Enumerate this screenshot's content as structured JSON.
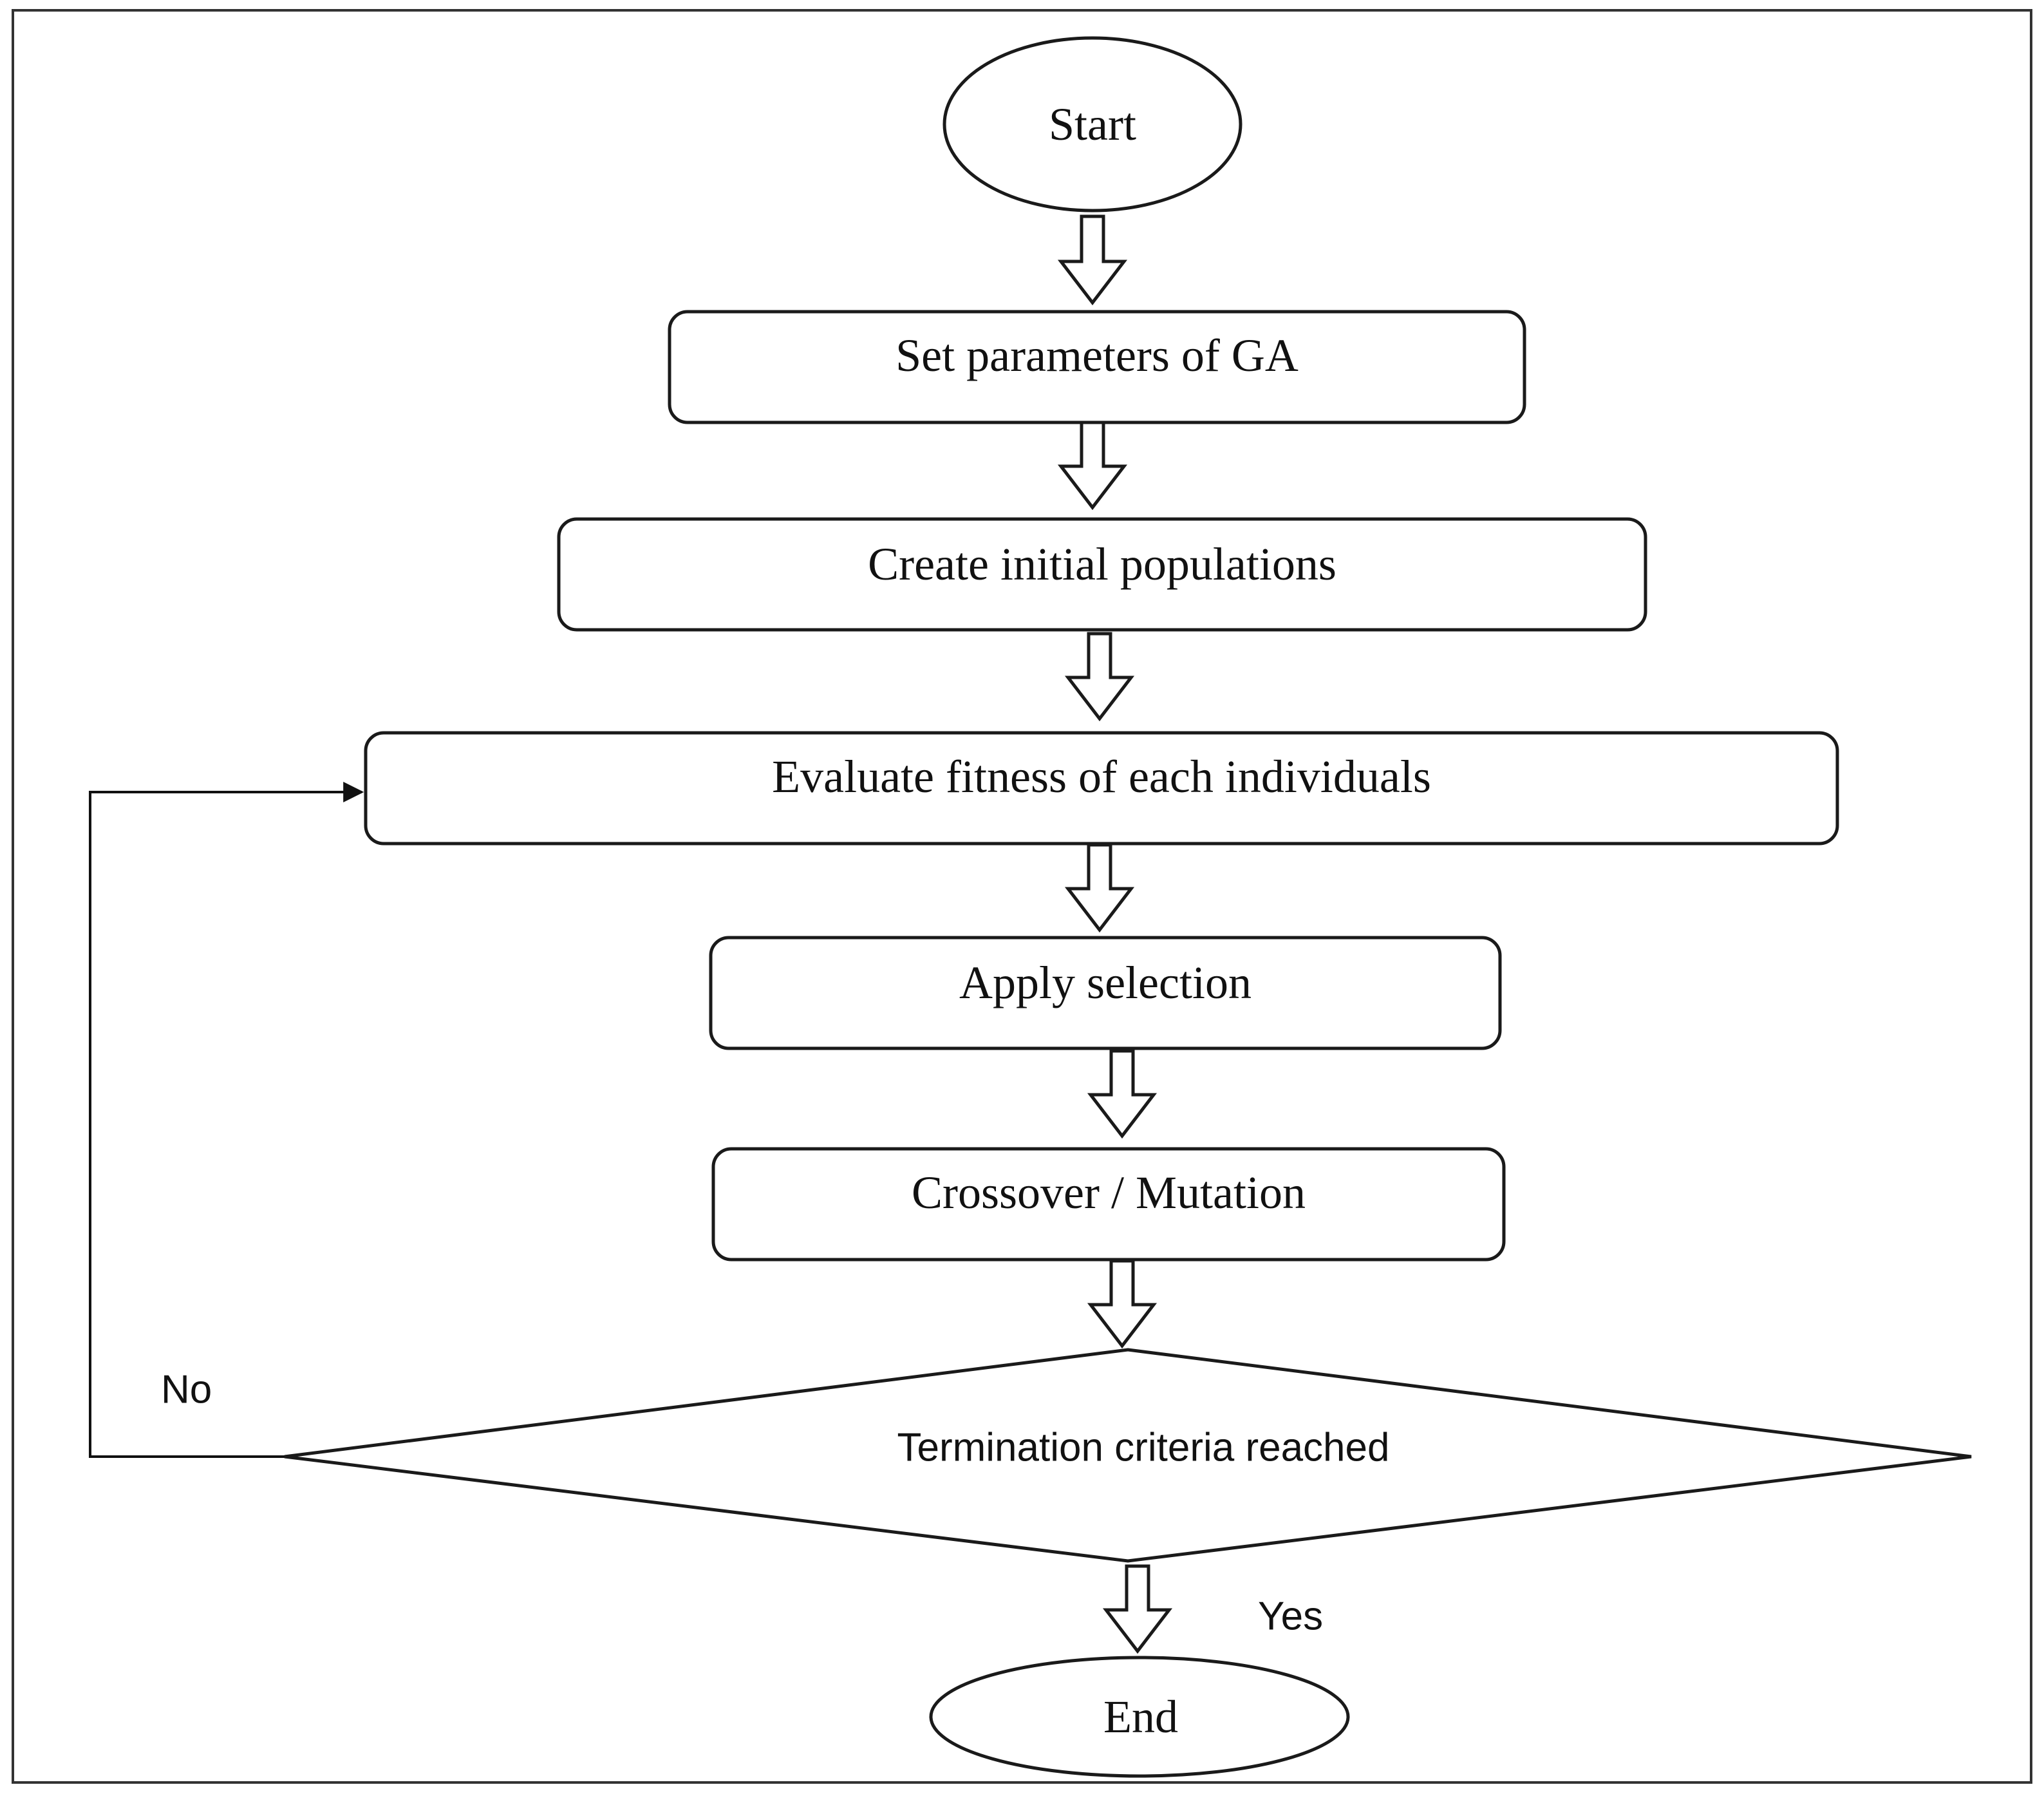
{
  "flowchart": {
    "start": "Start",
    "steps": [
      "Set parameters of GA",
      "Create initial populations",
      "Evaluate fitness of each individuals",
      "Apply selection",
      "Crossover / Mutation"
    ],
    "decision": "Termination criteria reached",
    "no_label": "No",
    "yes_label": "Yes",
    "end": "End"
  }
}
